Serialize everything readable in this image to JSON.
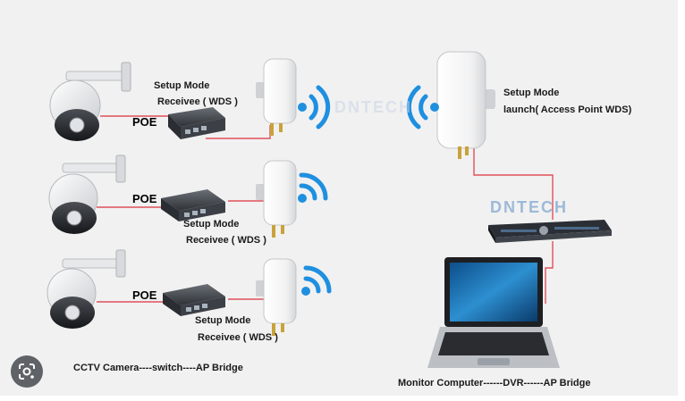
{
  "labels": {
    "setup_mode_1": "Setup Mode",
    "receivee_1": "Receivee ( WDS )",
    "setup_mode_2": "Setup Mode",
    "receivee_2": "Receivee ( WDS )",
    "setup_mode_3": "Setup Mode",
    "receivee_3": "Receivee ( WDS )",
    "setup_mode_ap": "Setup Mode",
    "launch_ap": "launch( Access Point WDS)",
    "poe_1": "POE",
    "poe_2": "POE",
    "poe_3": "POE",
    "caption_left": "CCTV Camera----switch----AP Bridge",
    "caption_right": "Monitor Computer------DVR------AP Bridge"
  },
  "watermarks": {
    "brand": "DNTECH"
  },
  "colors": {
    "link_line": "#e0505a",
    "wifi_blue": "#1f8fe0",
    "background": "#f1f1f1"
  },
  "icons": {
    "lens": "google-lens-icon",
    "wifi": "wifi-signal-icon"
  }
}
